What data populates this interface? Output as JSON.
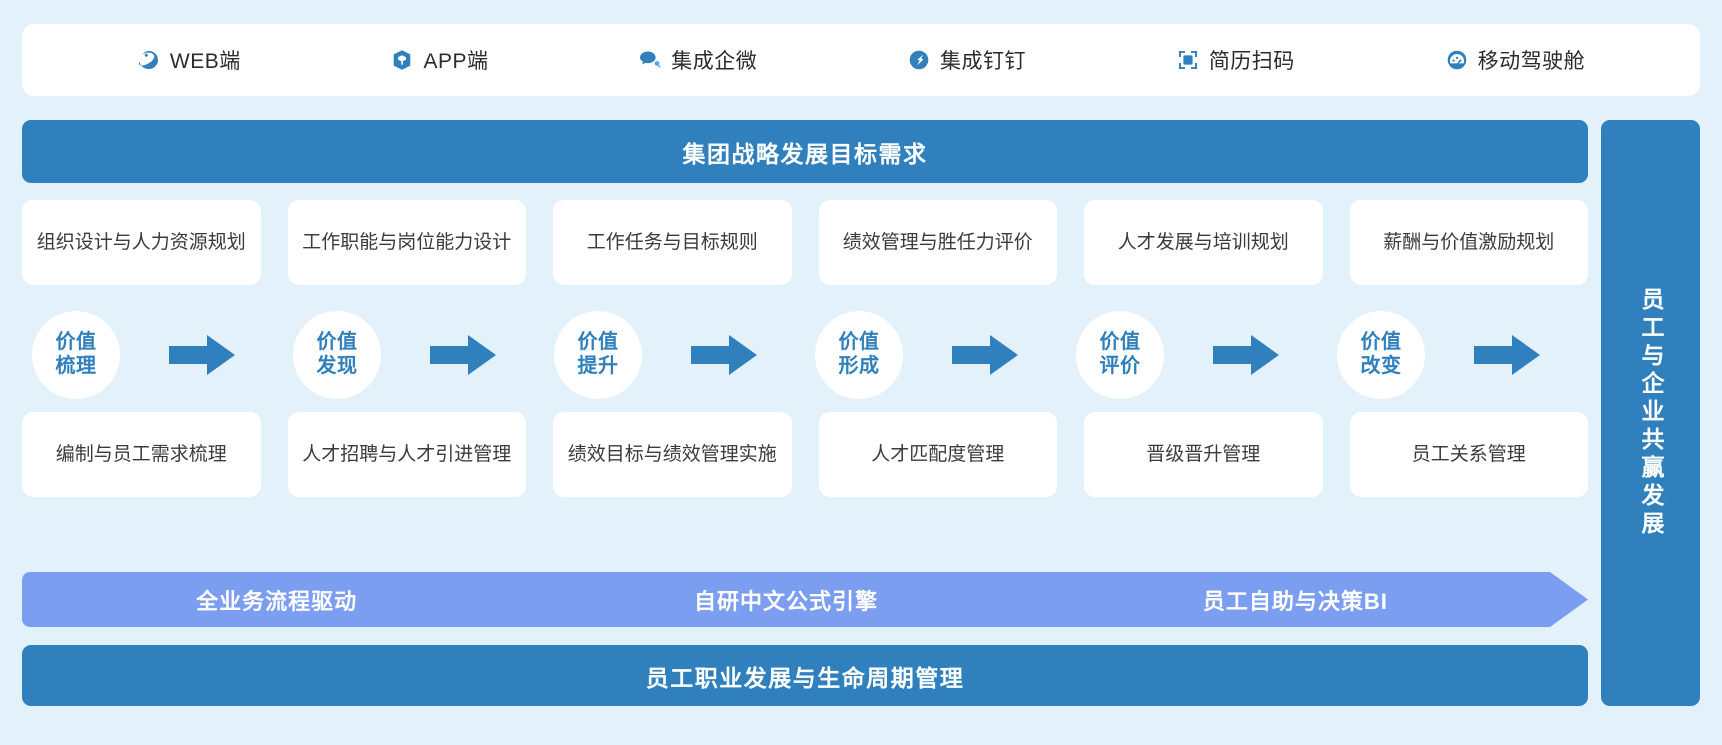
{
  "channels": {
    "items": [
      {
        "label": "WEB端",
        "icon": "ie-browser-icon"
      },
      {
        "label": "APP端",
        "icon": "app-cube-icon"
      },
      {
        "label": "集成企微",
        "icon": "wecom-chat-icon"
      },
      {
        "label": "集成钉钉",
        "icon": "dingtalk-icon"
      },
      {
        "label": "简历扫码",
        "icon": "qr-scan-icon"
      },
      {
        "label": "移动驾驶舱",
        "icon": "dashboard-gauge-icon"
      }
    ]
  },
  "strategy_header": {
    "title": "集团战略发展目标需求"
  },
  "right_banner": {
    "title": "员工与企业共赢发展"
  },
  "top_cards": [
    {
      "label": "组织设计与人力资源规划"
    },
    {
      "label": "工作职能与岗位能力设计"
    },
    {
      "label": "工作任务与目标规则"
    },
    {
      "label": "绩效管理与胜任力评价"
    },
    {
      "label": "人才发展与培训规划"
    },
    {
      "label": "薪酬与价值激励规划"
    }
  ],
  "flow_stages": [
    {
      "line1": "价值",
      "line2": "梳理"
    },
    {
      "line1": "价值",
      "line2": "发现"
    },
    {
      "line1": "价值",
      "line2": "提升"
    },
    {
      "line1": "价值",
      "line2": "形成"
    },
    {
      "line1": "价值",
      "line2": "评价"
    },
    {
      "line1": "价值",
      "line2": "改变"
    }
  ],
  "bottom_cards": [
    {
      "label": "编制与员工需求梳理"
    },
    {
      "label": "人才招聘与人才引进管理"
    },
    {
      "label": "绩效目标与绩效管理实施"
    },
    {
      "label": "人才匹配度管理"
    },
    {
      "label": "晋级晋升管理"
    },
    {
      "label": "员工关系管理"
    }
  ],
  "capability_banner": {
    "segments": [
      "全业务流程驱动",
      "自研中文公式引擎",
      "员工自助与决策BI"
    ]
  },
  "bottom_bar": {
    "title": "员工职业发展与生命周期管理"
  },
  "colors": {
    "page_background": "#e3f1fb",
    "primary_blue": "#2f80bd",
    "banner_purple": "#7c9ef0",
    "card_white": "#ffffff",
    "text_dark": "#3b3b3b"
  }
}
